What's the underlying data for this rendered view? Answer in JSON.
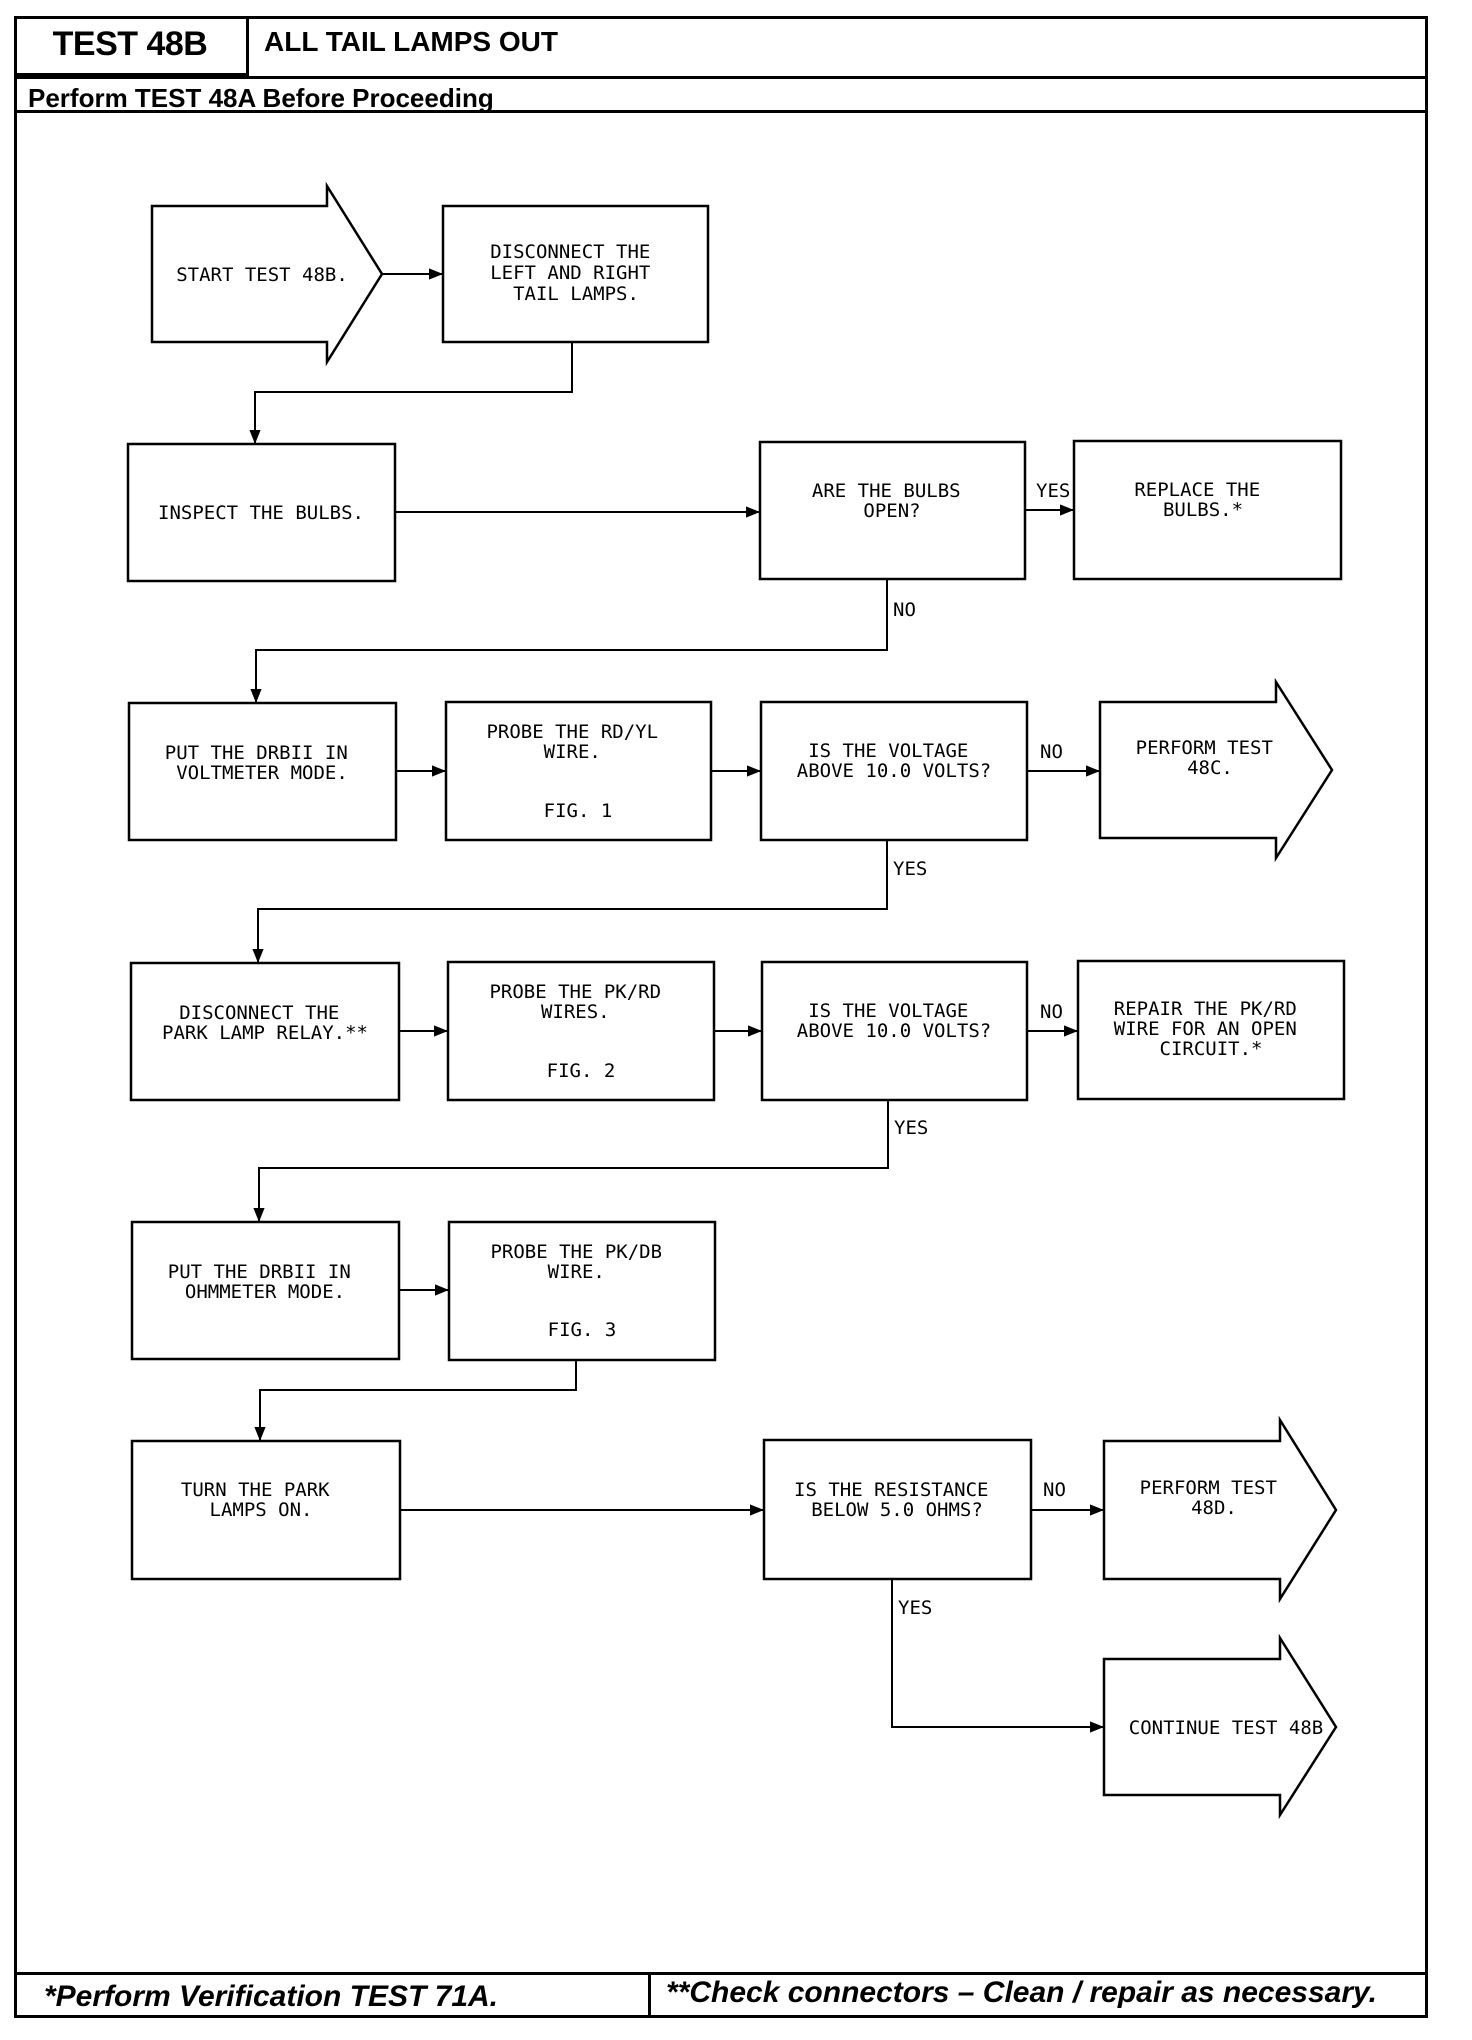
{
  "header": {
    "test_id": "TEST 48B",
    "title": "ALL TAIL LAMPS OUT",
    "subheader": "Perform TEST 48A Before Proceeding"
  },
  "footer": {
    "left_note": "*Perform Verification TEST 71A.",
    "right_note": "**Check connectors – Clean / repair as necessary."
  },
  "flow": {
    "start": [
      "START TEST 48B."
    ],
    "disconnect_tail": [
      "DISCONNECT THE",
      "LEFT AND RIGHT",
      "TAIL LAMPS."
    ],
    "inspect_bulbs": [
      "INSPECT THE BULBS."
    ],
    "bulbs_open": [
      "ARE THE BULBS",
      "OPEN?"
    ],
    "replace_bulbs": [
      "REPLACE THE",
      "BULBS.*"
    ],
    "drbii_volt": [
      "PUT THE DRBII IN",
      "VOLTMETER MODE."
    ],
    "probe_rdyl": [
      "PROBE THE RD/YL",
      "WIRE."
    ],
    "fig1": "FIG. 1",
    "voltage1": [
      "IS THE VOLTAGE",
      "ABOVE 10.0 VOLTS?"
    ],
    "perform_48c": [
      "PERFORM TEST",
      "48C."
    ],
    "disconnect_relay": [
      "DISCONNECT THE",
      "PARK LAMP RELAY.**"
    ],
    "probe_pkrd": [
      "PROBE THE PK/RD",
      "WIRES."
    ],
    "fig2": "FIG. 2",
    "voltage2": [
      "IS THE VOLTAGE",
      "ABOVE 10.0 VOLTS?"
    ],
    "repair_pkrd": [
      "REPAIR THE PK/RD",
      "WIRE FOR AN OPEN",
      "CIRCUIT.*"
    ],
    "drbii_ohm": [
      "PUT THE DRBII IN",
      "OHMMETER MODE."
    ],
    "probe_pkdb": [
      "PROBE THE PK/DB",
      "WIRE."
    ],
    "fig3": "FIG. 3",
    "park_on": [
      "TURN THE PARK",
      "LAMPS ON."
    ],
    "resistance": [
      "IS THE RESISTANCE",
      "BELOW 5.0 OHMS?"
    ],
    "perform_48d": [
      "PERFORM TEST",
      "48D."
    ],
    "continue_48b": [
      "CONTINUE TEST 48B"
    ],
    "yes": "YES",
    "no": "NO"
  }
}
